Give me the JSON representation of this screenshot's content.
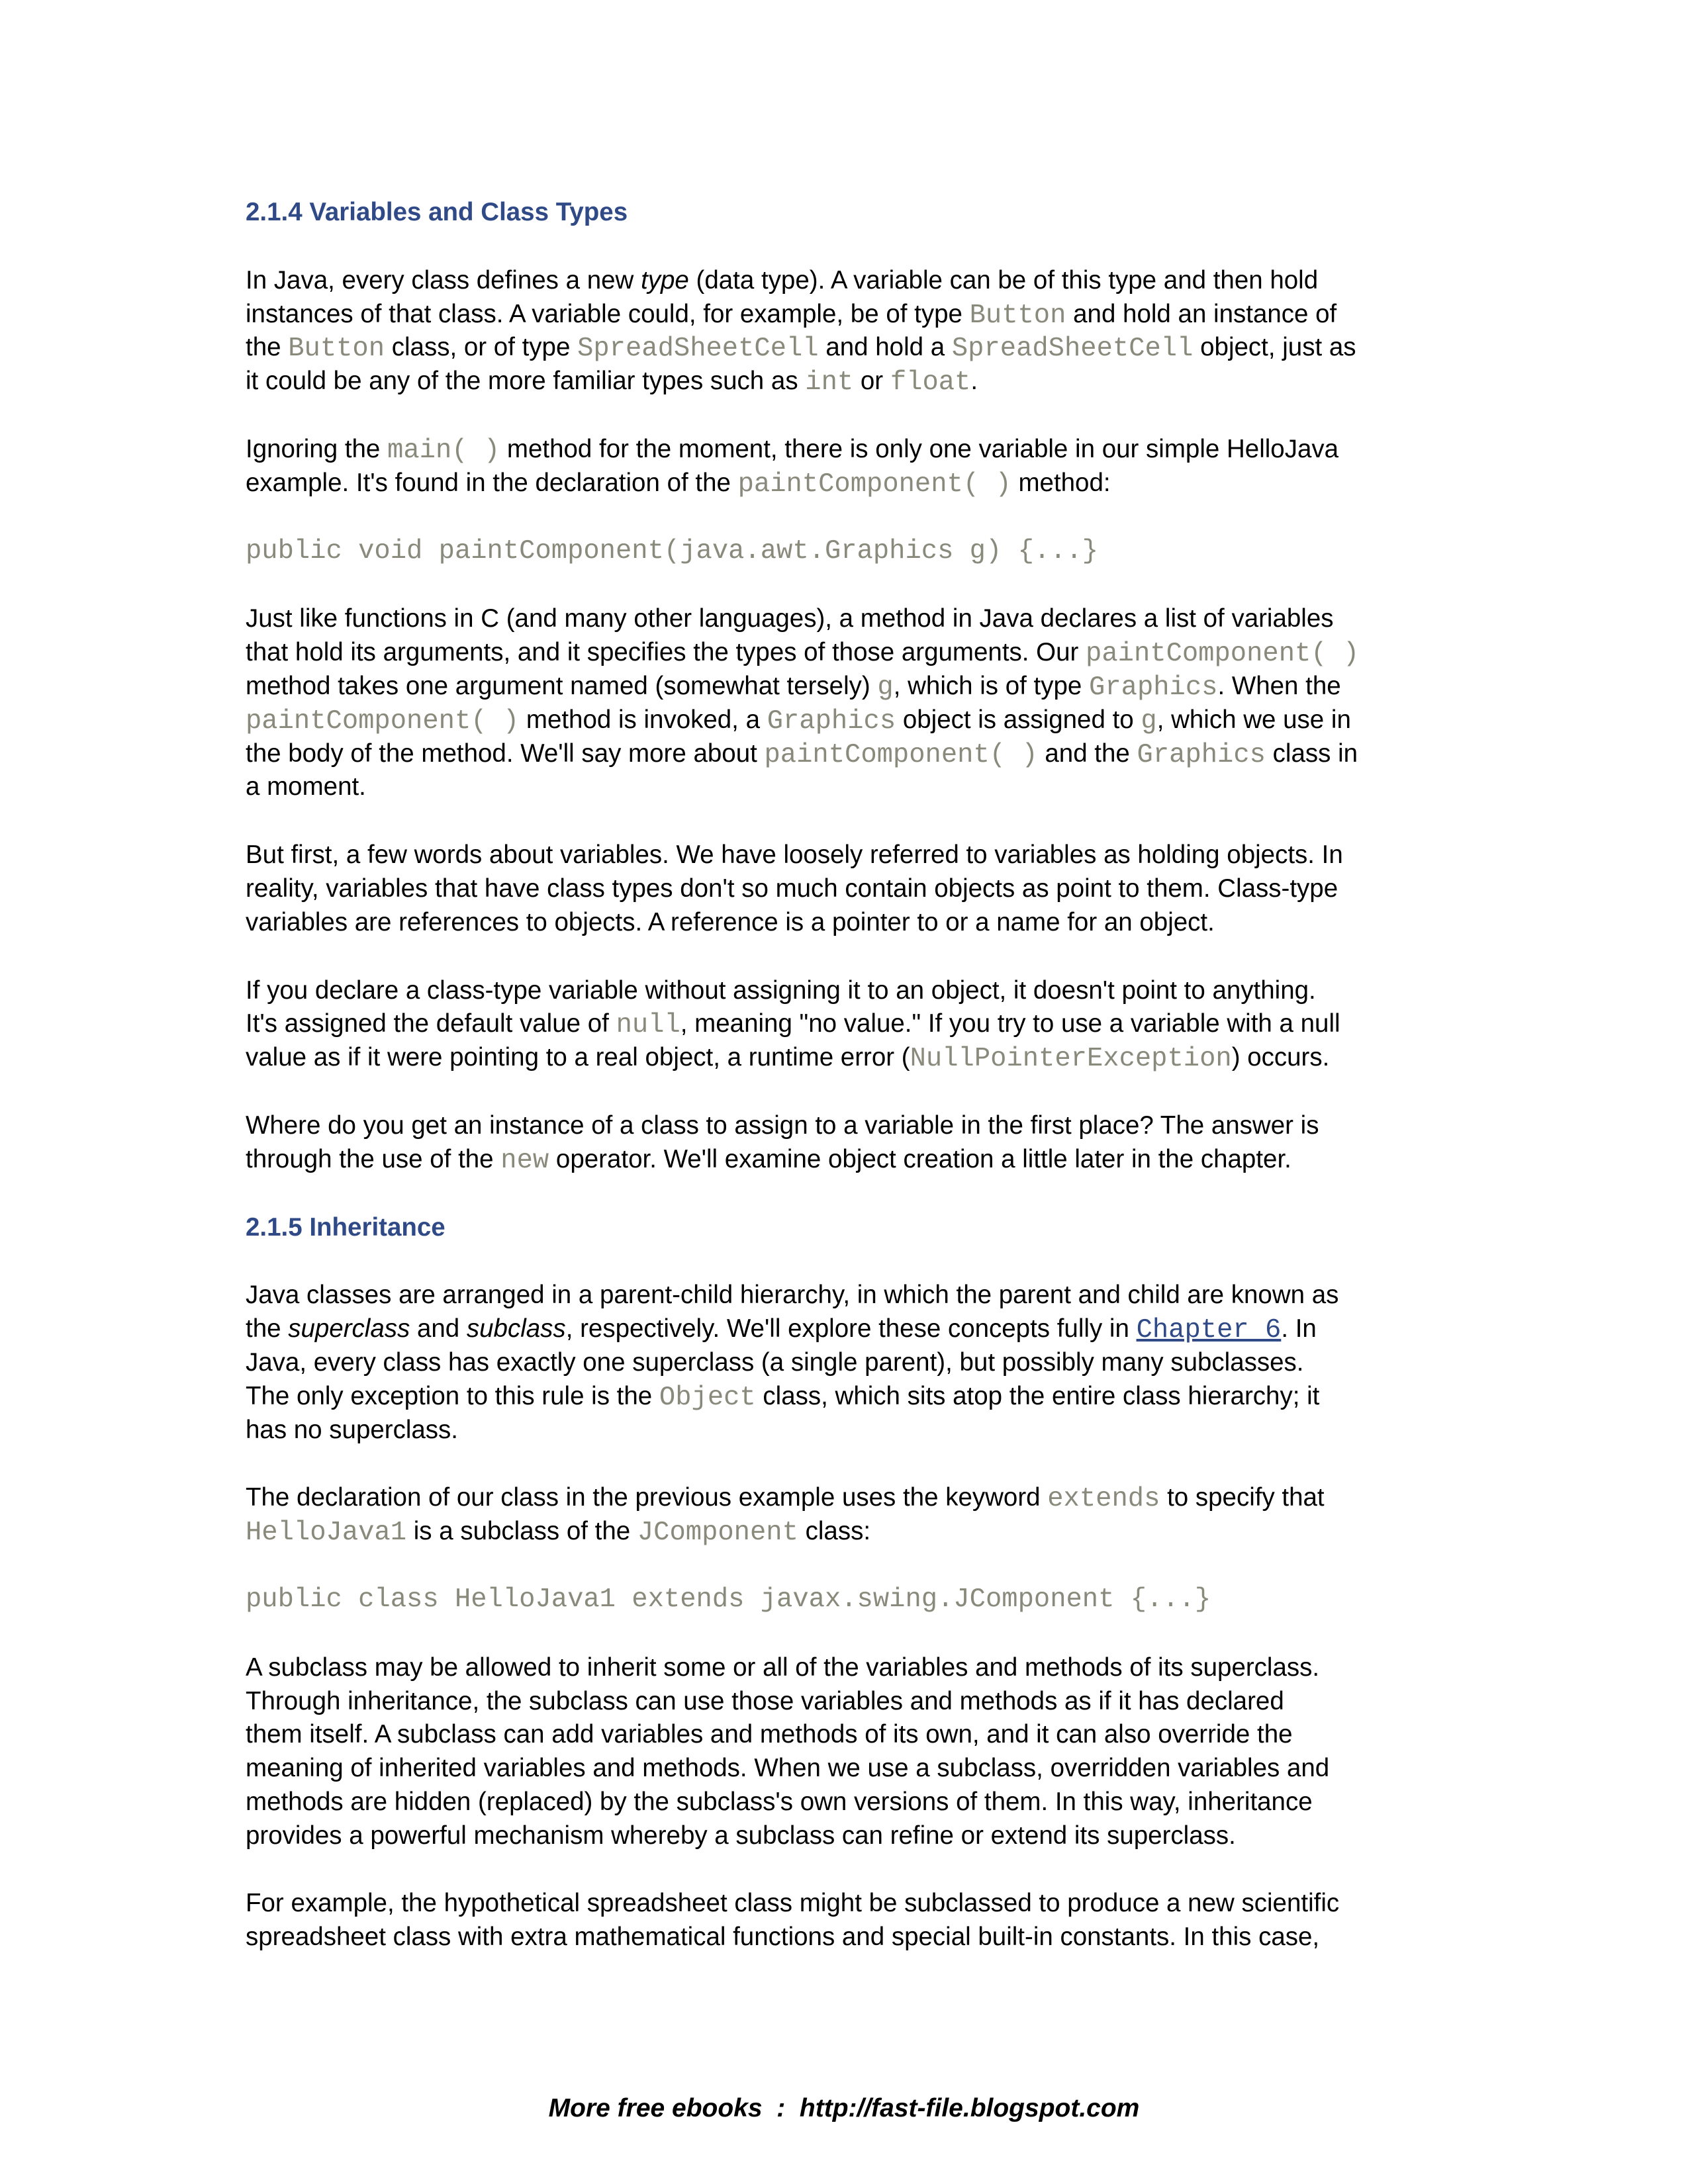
{
  "blocks": [
    {
      "type": "heading",
      "text": "2.1.4 Variables and Class Types"
    },
    {
      "type": "para",
      "lines": [
        [
          {
            "text": "In Java, every class defines a new "
          },
          {
            "em": "type"
          },
          {
            "text": " (data type). A variable can be of this type and then hold"
          }
        ],
        [
          {
            "text": "instances of that class. A variable could, for example, be of type "
          },
          {
            "code": "Button"
          },
          {
            "text": " and hold an instance of"
          }
        ],
        [
          {
            "text": "the "
          },
          {
            "code": "Button"
          },
          {
            "text": " class, or of type "
          },
          {
            "code": "SpreadSheetCell"
          },
          {
            "text": " and hold a "
          },
          {
            "code": "SpreadSheetCell"
          },
          {
            "text": " object, just as"
          }
        ],
        [
          {
            "text": "it could be any of the more familiar types such as "
          },
          {
            "code": "int"
          },
          {
            "text": " or "
          },
          {
            "code": "float"
          },
          {
            "text": "."
          }
        ]
      ]
    },
    {
      "type": "para",
      "lines": [
        [
          {
            "text": "Ignoring the "
          },
          {
            "code": "main( )"
          },
          {
            "text": " method for the moment, there is only one variable in our simple HelloJava"
          }
        ],
        [
          {
            "text": "example. It's found in the declaration of the "
          },
          {
            "code": "paintComponent( )"
          },
          {
            "text": " method:"
          }
        ]
      ]
    },
    {
      "type": "code",
      "text": "public void paintComponent(java.awt.Graphics g) {...}"
    },
    {
      "type": "para",
      "lines": [
        [
          {
            "text": "Just like functions in C (and many other languages), a method in Java declares a list of variables"
          }
        ],
        [
          {
            "text": "that hold its arguments, and it specifies the types of those arguments. Our "
          },
          {
            "code": "paintComponent( )"
          }
        ],
        [
          {
            "text": "method takes one argument named (somewhat tersely) "
          },
          {
            "code": "g"
          },
          {
            "text": ", which is of type "
          },
          {
            "code": "Graphics"
          },
          {
            "text": ". When the"
          }
        ],
        [
          {
            "code": "paintComponent( )"
          },
          {
            "text": " method is invoked, a "
          },
          {
            "code": "Graphics"
          },
          {
            "text": " object is assigned to "
          },
          {
            "code": "g"
          },
          {
            "text": ", which we use in"
          }
        ],
        [
          {
            "text": "the body of the method. We'll say more about "
          },
          {
            "code": "paintComponent( )"
          },
          {
            "text": " and the "
          },
          {
            "code": "Graphics"
          },
          {
            "text": " class in"
          }
        ],
        [
          {
            "text": "a moment."
          }
        ]
      ]
    },
    {
      "type": "para",
      "lines": [
        [
          {
            "text": "But first, a few words about variables. We have loosely referred to variables as holding objects. In"
          }
        ],
        [
          {
            "text": "reality, variables that have class types don't so much contain objects as point to them. Class-type"
          }
        ],
        [
          {
            "text": "variables are references to objects. A reference is a pointer to or a name for an object."
          }
        ]
      ]
    },
    {
      "type": "para",
      "lines": [
        [
          {
            "text": "If you declare a class-type variable without assigning it to an object, it doesn't point to anything."
          }
        ],
        [
          {
            "text": "It's assigned the default value of "
          },
          {
            "code": "null"
          },
          {
            "text": ", meaning \"no value.\" If you try to use a variable with a null"
          }
        ],
        [
          {
            "text": "value as if it were pointing to a real object, a runtime error ("
          },
          {
            "code": "NullPointerException"
          },
          {
            "text": ") occurs."
          }
        ]
      ]
    },
    {
      "type": "para",
      "lines": [
        [
          {
            "text": "Where do you get an instance of a class to assign to a variable in the first place? The answer is"
          }
        ],
        [
          {
            "text": "through the use of the "
          },
          {
            "code": "new"
          },
          {
            "text": " operator. We'll examine object creation a little later in the chapter."
          }
        ]
      ]
    },
    {
      "type": "heading",
      "text": "2.1.5 Inheritance"
    },
    {
      "type": "para",
      "lines": [
        [
          {
            "text": "Java classes are arranged in a parent-child hierarchy, in which the parent and child are known as"
          }
        ],
        [
          {
            "text": "the "
          },
          {
            "em": "superclass"
          },
          {
            "text": " and "
          },
          {
            "em": "subclass"
          },
          {
            "text": ", respectively. We'll explore these concepts fully in "
          },
          {
            "link": "Chapter 6"
          },
          {
            "text": ". In"
          }
        ],
        [
          {
            "text": "Java, every class has exactly one superclass (a single parent), but possibly many subclasses."
          }
        ],
        [
          {
            "text": "The only exception to this rule is the "
          },
          {
            "code": "Object"
          },
          {
            "text": " class, which sits atop the entire class hierarchy; it"
          }
        ],
        [
          {
            "text": "has no superclass."
          }
        ]
      ]
    },
    {
      "type": "para",
      "lines": [
        [
          {
            "text": "The declaration of our class in the previous example uses the keyword "
          },
          {
            "code": "extends"
          },
          {
            "text": " to specify that"
          }
        ],
        [
          {
            "code": "HelloJava1"
          },
          {
            "text": " is a subclass of the "
          },
          {
            "code": "JComponent"
          },
          {
            "text": " class:"
          }
        ]
      ]
    },
    {
      "type": "code",
      "text": "public class HelloJava1 extends javax.swing.JComponent {...}"
    },
    {
      "type": "para",
      "lines": [
        [
          {
            "text": "A subclass may be allowed to inherit some or all of the variables and methods of its superclass."
          }
        ],
        [
          {
            "text": "Through inheritance, the subclass can use those variables and methods as if it has declared"
          }
        ],
        [
          {
            "text": "them itself. A subclass can add variables and methods of its own, and it can also override the"
          }
        ],
        [
          {
            "text": "meaning of inherited variables and methods. When we use a subclass, overridden variables and"
          }
        ],
        [
          {
            "text": "methods are hidden (replaced) by the subclass's own versions of them. In this way, inheritance"
          }
        ],
        [
          {
            "text": "provides a powerful mechanism whereby a subclass can refine or extend its superclass."
          }
        ]
      ]
    },
    {
      "type": "para",
      "lines": [
        [
          {
            "text": "For example, the hypothetical spreadsheet class might be subclassed to produce a new scientific"
          }
        ],
        [
          {
            "text": "spreadsheet class with extra mathematical functions and special built-in constants. In this case,"
          }
        ]
      ]
    }
  ],
  "footer": "More free ebooks  :  http://fast-file.blogspot.com",
  "colors": {
    "heading": "#2f4a86",
    "code": "#8a8a7c",
    "link": "#2f4a86"
  }
}
